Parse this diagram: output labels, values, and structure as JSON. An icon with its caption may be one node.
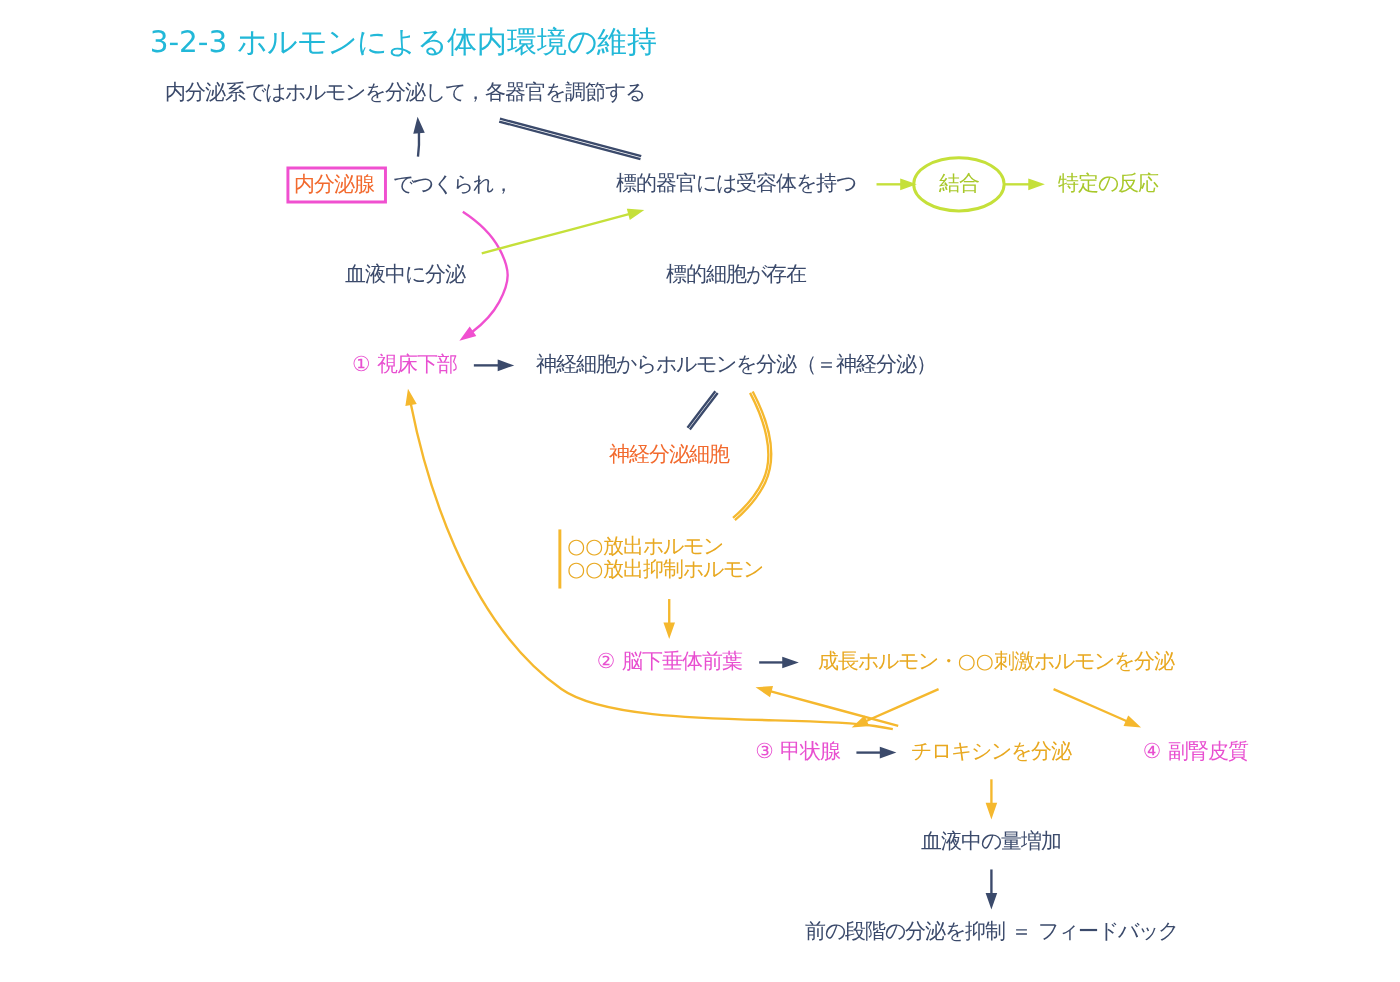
{
  "diagram": {
    "title": "3-2-3 ホルモンによる体内環境の維持",
    "nodes": [
      {
        "text": [
          "内分泌系ではホルモンを分泌して，各器官を調節する"
        ]
      },
      {
        "text": [
          "内分泌腺"
        ],
        "beside": [
          "でつくられ，"
        ]
      },
      {
        "text": [
          "血液中に分泌"
        ]
      },
      {
        "text": [
          "標的器官には受容体を持つ"
        ]
      },
      {
        "text": [
          "結合"
        ]
      },
      {
        "text": [
          "特定の反応"
        ]
      },
      {
        "text": [
          "① 視床下部"
        ]
      },
      {
        "text": [
          "神経細胞からホルモンを分泌（＝神経分泌）"
        ]
      },
      {
        "text": [
          "神経分泌細胞"
        ]
      },
      {
        "text": [
          "○○放出ホルモン",
          "○○放出抑制ホルモン"
        ]
      },
      {
        "text": [
          "② 脳下垂体前葉"
        ]
      },
      {
        "text": [
          "成長ホルモン・○○刺激ホルモンを分泌"
        ]
      },
      {
        "text": [
          "③ 甲状腺"
        ]
      },
      {
        "text": [
          "チロキシンを分泌"
        ]
      },
      {
        "text": [
          "④ 副腎皮質"
        ]
      },
      {
        "text": [
          "血液中の量増加"
        ]
      },
      {
        "text": [
          "前の段階の分泌を抑制 ＝ フィードバック"
        ]
      }
    ],
    "edges": [
      {
        "from": 1,
        "to": 0,
        "arrow": "to",
        "color": "#3b4a6b"
      },
      {
        "from": 0,
        "to": 3,
        "arrow": "none",
        "color": "#3b4a6b"
      },
      {
        "from": 1,
        "to": 6,
        "arrow": "to",
        "color": "#f050d0"
      },
      {
        "from": 2,
        "to": 3,
        "arrow": "to",
        "color": "#c5e03a"
      },
      {
        "from": 3,
        "to": 4,
        "arrow": "to",
        "color": "#c5e03a"
      },
      {
        "from": 4,
        "to": 5,
        "arrow": "to",
        "color": "#c5e03a"
      },
      {
        "from": 6,
        "to": 7,
        "arrow": "to",
        "color": "#3b4a6b"
      },
      {
        "from": 7,
        "to": 8,
        "arrow": "none",
        "color": "#3b4a6b"
      },
      {
        "from": 7,
        "to": 9,
        "arrow": "none",
        "color": "#f5b82e"
      },
      {
        "from": 9,
        "to": 10,
        "arrow": "to",
        "color": "#f5b82e"
      },
      {
        "from": 10,
        "to": 11,
        "arrow": "to",
        "color": "#3b4a6b"
      },
      {
        "from": 11,
        "to": 12,
        "arrow": "to",
        "color": "#f5b82e"
      },
      {
        "from": 11,
        "to": 14,
        "arrow": "to",
        "color": "#f5b82e"
      },
      {
        "from": 12,
        "to": 13,
        "arrow": "to",
        "color": "#3b4a6b"
      },
      {
        "from": 13,
        "to": 6,
        "arrow": "to",
        "color": "#f5b82e"
      },
      {
        "from": 13,
        "to": 10,
        "arrow": "to",
        "color": "#f5b82e"
      },
      {
        "from": 13,
        "to": 15,
        "arrow": "to",
        "color": "#f5b82e"
      },
      {
        "from": 15,
        "to": 16,
        "arrow": "to",
        "color": "#3b4a6b"
      }
    ],
    "labels": [
      "標的細胞が存在"
    ]
  }
}
